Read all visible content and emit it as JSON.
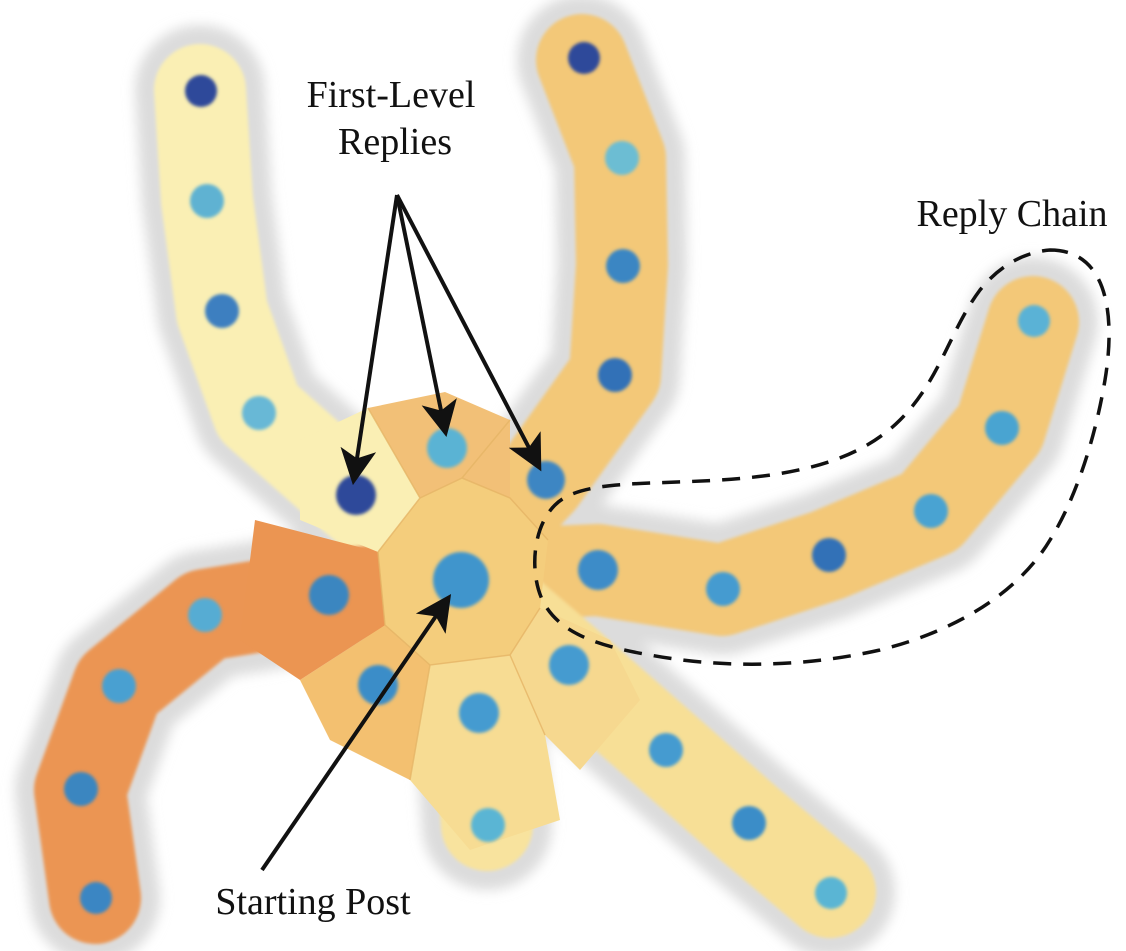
{
  "labels": {
    "first_level_line1": "First-Level",
    "first_level_line2": "Replies",
    "reply_chain": "Reply Chain",
    "starting_post": "Starting Post"
  },
  "colors": {
    "halo": "#dcdcdc",
    "arm_pale": "#faefb4",
    "arm_orange": "#f3c878",
    "arm_dark_orange": "#eb9552",
    "arm_light": "#f7df96",
    "core": "#f4cd7c",
    "node_light": "#67b8d6",
    "node_mid": "#3c8ac3",
    "node_dark": "#2e4a9a",
    "ink": "#111111"
  }
}
